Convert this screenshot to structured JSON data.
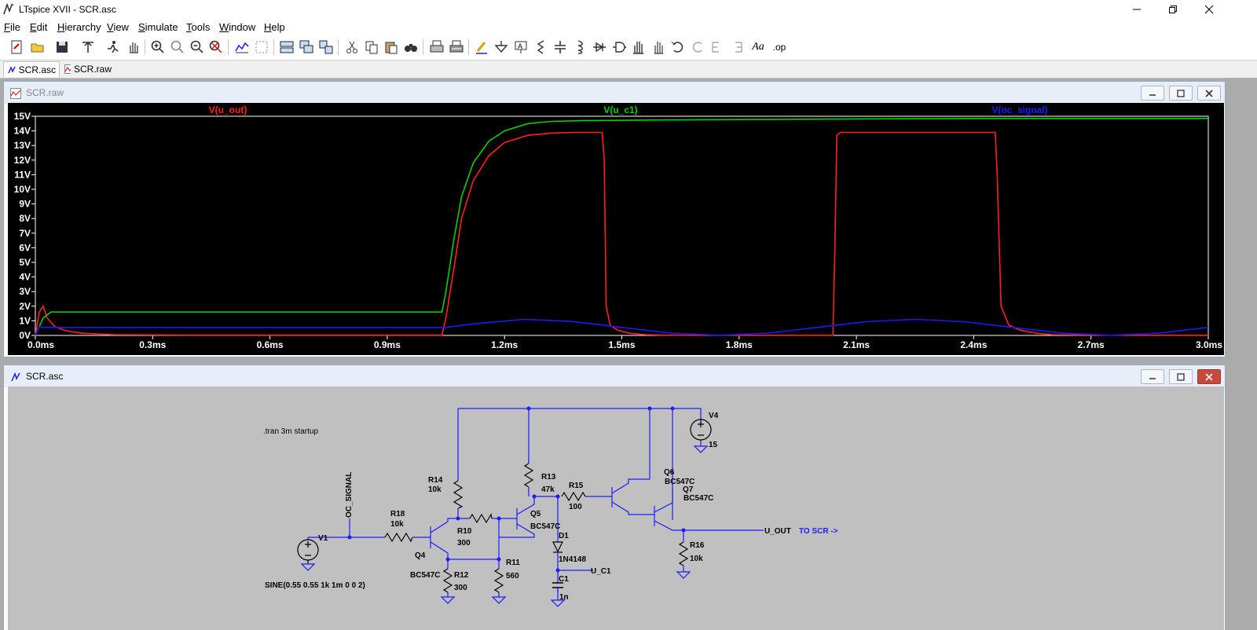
{
  "window": {
    "title": "LTspice XVII - SCR.asc"
  },
  "menu": [
    {
      "key": "F",
      "rest": "ile"
    },
    {
      "key": "E",
      "rest": "dit"
    },
    {
      "key": "H",
      "rest": "ierarchy"
    },
    {
      "key": "V",
      "rest": "iew"
    },
    {
      "key": "S",
      "rest": "imulate"
    },
    {
      "key": "T",
      "rest": "ools"
    },
    {
      "key": "W",
      "rest": "indow"
    },
    {
      "key": "H",
      "rest": "elp"
    }
  ],
  "toolbar_icons": [
    "new-schematic-icon",
    "open-icon",
    "save-icon",
    "control-panel-icon",
    "run-icon",
    "pan-hand-icon",
    "zoom-in-icon",
    "zoom-back-icon",
    "zoom-out-icon",
    "zoom-fit-icon",
    "autorange-icon",
    "grid-icon",
    "tile-horizontal-icon",
    "cascade-icon",
    "tile-vertical-icon",
    "cut-icon",
    "copy-icon",
    "paste-icon",
    "find-icon",
    "print-icon",
    "print-setup-icon",
    "draw-wire-icon",
    "ground-icon",
    "label-net-icon",
    "resistor-icon",
    "capacitor-icon",
    "inductor-icon",
    "diode-icon",
    "component-icon",
    "move-icon",
    "drag-icon",
    "undo-icon",
    "redo-icon",
    "rotate-icon",
    "mirror-icon",
    "text-icon",
    "spice-directive-icon"
  ],
  "toolbar_text": {
    "text_label": "Aa",
    "op_label": ".op"
  },
  "tabs": [
    "SCR.asc",
    "SCR.raw"
  ],
  "plot_window": {
    "title": "SCR.raw"
  },
  "schematic_window": {
    "title": "SCR.asc"
  },
  "chart_data": {
    "type": "line",
    "xlabel": "",
    "ylabel": "",
    "xlim": [
      0,
      3.0
    ],
    "ylim": [
      0,
      15
    ],
    "x_ticks": [
      "0.0ms",
      "0.3ms",
      "0.6ms",
      "0.9ms",
      "1.2ms",
      "1.5ms",
      "1.8ms",
      "2.1ms",
      "2.4ms",
      "2.7ms",
      "3.0ms"
    ],
    "y_ticks": [
      "0V",
      "1V",
      "2V",
      "3V",
      "4V",
      "5V",
      "6V",
      "7V",
      "8V",
      "9V",
      "10V",
      "11V",
      "12V",
      "13V",
      "14V",
      "15V"
    ],
    "grid": false,
    "background": "#000000",
    "series": [
      {
        "name": "V(u_out)",
        "color": "#ff2020",
        "x": [
          0,
          0.01,
          0.02,
          0.03,
          0.05,
          0.08,
          0.12,
          0.2,
          0.4,
          0.6,
          0.8,
          1.0,
          1.04,
          1.05,
          1.07,
          1.09,
          1.12,
          1.16,
          1.2,
          1.26,
          1.32,
          1.38,
          1.45,
          1.455,
          1.46,
          1.47,
          1.49,
          1.52,
          1.56,
          1.6,
          1.7,
          1.8,
          2.0,
          2.04,
          2.045,
          2.05,
          2.06,
          2.2,
          2.4,
          2.455,
          2.46,
          2.47,
          2.49,
          2.52,
          2.56,
          2.6,
          2.7,
          2.8,
          2.9,
          3.0
        ],
        "y": [
          0,
          1.6,
          2.0,
          1.2,
          0.6,
          0.3,
          0.15,
          0.05,
          0.02,
          0.02,
          0.02,
          0.02,
          0.02,
          1.2,
          4.5,
          8.0,
          10.6,
          12.3,
          13.2,
          13.7,
          13.85,
          13.9,
          13.9,
          12.0,
          2.0,
          0.7,
          0.35,
          0.15,
          0.05,
          0.02,
          0.01,
          0.01,
          0.01,
          0.01,
          6.0,
          13.7,
          13.9,
          13.9,
          13.9,
          13.9,
          11.0,
          2.0,
          0.7,
          0.35,
          0.15,
          0.05,
          0.02,
          0.01,
          0.01,
          0.01
        ]
      },
      {
        "name": "V(u_c1)",
        "color": "#00d000",
        "x": [
          0,
          0.01,
          0.02,
          0.04,
          0.1,
          0.5,
          1.0,
          1.04,
          1.05,
          1.07,
          1.09,
          1.12,
          1.16,
          1.2,
          1.26,
          1.32,
          1.4,
          1.6,
          2.0,
          2.4,
          3.0
        ],
        "y": [
          0,
          0.6,
          1.2,
          1.6,
          1.6,
          1.6,
          1.6,
          1.6,
          3.0,
          6.5,
          9.5,
          11.8,
          13.3,
          14.0,
          14.5,
          14.65,
          14.7,
          14.75,
          14.8,
          14.85,
          14.85
        ]
      },
      {
        "name": "V(oc_signal)",
        "color": "#1a1aff",
        "x": [
          0,
          0.01,
          0.02,
          0.05,
          0.1,
          0.3,
          0.6,
          0.9,
          1.0,
          1.05,
          1.125,
          1.25,
          1.375,
          1.5,
          1.625,
          1.75,
          1.875,
          2.0,
          2.125,
          2.25,
          2.375,
          2.5,
          2.625,
          2.75,
          2.875,
          3.0
        ],
        "y": [
          0,
          0.6,
          0.55,
          0.55,
          0.55,
          0.55,
          0.55,
          0.55,
          0.55,
          0.55,
          0.8,
          1.1,
          0.95,
          0.55,
          0.16,
          0.01,
          0.16,
          0.55,
          0.94,
          1.1,
          0.94,
          0.55,
          0.16,
          0.01,
          0.16,
          0.55
        ]
      }
    ]
  },
  "schematic": {
    "texts": {
      "tran": ".tran 3m startup",
      "v1": "V1",
      "v1_value": "SINE(0.55 0.55 1k 1m 0 0 2)",
      "oc_signal": "OC_SIGNAL",
      "r18": "R18",
      "r18_val": "10k",
      "q4": "Q4",
      "q4_model": "BC547C",
      "r12": "R12",
      "r12_val": "300",
      "r14": "R14",
      "r14_val": "10k",
      "r10": "R10",
      "r10_val": "300",
      "r11": "R11",
      "r11_val": "560",
      "q5": "Q5",
      "q5_model": "BC547C",
      "r13": "R13",
      "r13_val": "47k",
      "r15": "R15",
      "r15_val": "100",
      "d1": "D1",
      "d1_model": "1N4148",
      "c1": "C1",
      "c1_val": "1n",
      "u_c1": "U_C1",
      "q6": "Q6",
      "q6_model": "BC547C",
      "q7": "Q7",
      "q7_model": "BC547C",
      "r16": "R16",
      "r16_val": "10k",
      "v4": "V4",
      "v4_val": "15",
      "u_out": "U_OUT",
      "to_scr": "TO SCR ->"
    }
  }
}
